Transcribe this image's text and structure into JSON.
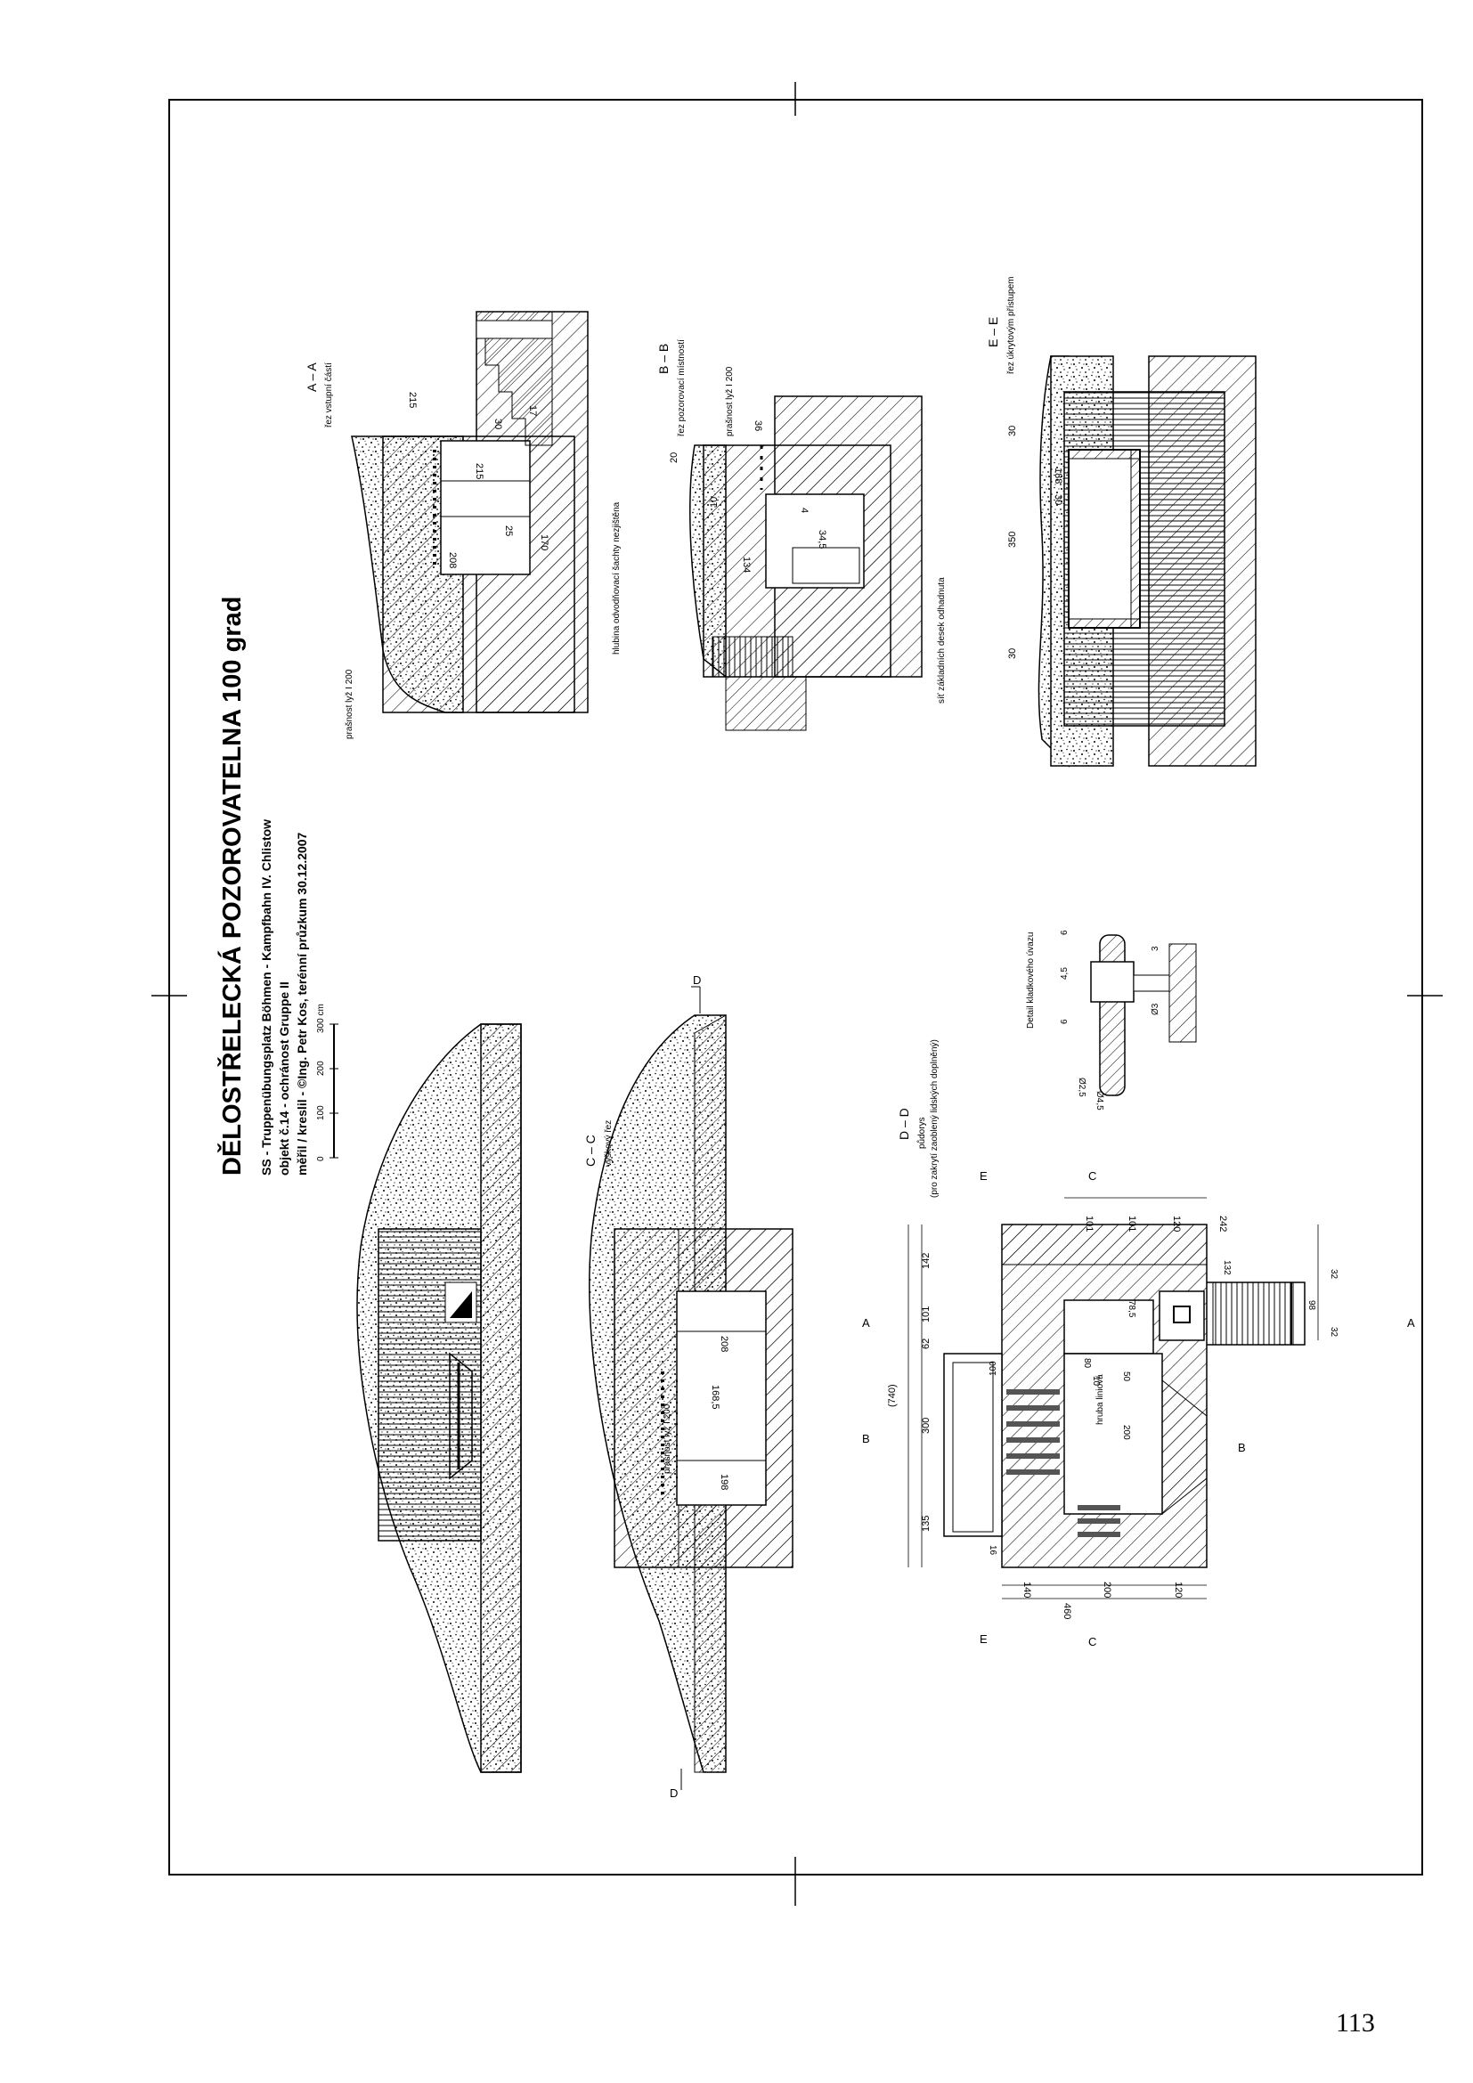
{
  "sheet": {
    "title": "DĚLOSTŘELECKÁ POZOROVATELNA 100 grad",
    "subtitle_lines": [
      "SS - Truppenübungsplatz Böhmen - Kampfbahn IV. Chlistow",
      "objekt č.14 - ochránost Gruppe II",
      "měřil / kreslil - ©Ing. Petr Kos, terénní průzkum 30.12.2007"
    ],
    "scale_ticks": [
      "0",
      "100",
      "200",
      "300 cm"
    ],
    "page_number": "113"
  },
  "sections": {
    "aa": {
      "label": "A – A",
      "caption": "řez vstupní částí",
      "notes": [
        "prašnost lyž I 200",
        "hlubina odvodňovací šachty nezjištěna"
      ],
      "dims": [
        "215",
        "215",
        "30",
        "17",
        "170",
        "25",
        "208"
      ]
    },
    "bb": {
      "label": "B – B",
      "caption": "řez pozorovací místností",
      "notes": [
        "prašnost lyž I 200",
        "síť základních desek odhadnuta"
      ],
      "dims": [
        "36",
        "20",
        "10",
        "4",
        "34,5",
        "134"
      ]
    },
    "ee": {
      "label": "E – E",
      "caption": "řez úkrytovým přístupem",
      "dims": [
        "30",
        "188",
        "30",
        "350",
        "30"
      ]
    },
    "cc": {
      "label": "C – C",
      "caption": "výškový řez",
      "notes": [
        "prašnost lyž I 200"
      ],
      "dims": [
        "208",
        "168,5",
        "198"
      ]
    },
    "dd": {
      "label": "D – D",
      "caption_lines": [
        "půdorys",
        "(pro zakrytí zaoblený lidských doplněný)"
      ],
      "dims_top": [
        "142",
        "101",
        "62",
        "300",
        "135"
      ],
      "dims_total": "(740)",
      "dims_right": [
        "101",
        "101",
        "120",
        "242"
      ],
      "dims_bottom": [
        "140",
        "200",
        "120"
      ],
      "dims_bottom_total": "460",
      "dims_inner": [
        "100",
        "80",
        "10",
        "50",
        "200",
        "78,5",
        "132",
        "98",
        "32",
        "32",
        "16"
      ],
      "note": "hruba liniová",
      "markers": [
        "A",
        "A",
        "B",
        "B",
        "C",
        "C",
        "E",
        "E",
        "D",
        "D"
      ]
    },
    "detail": {
      "label": "Detail kladkového úvazu",
      "dims": [
        "6",
        "4,5",
        "6",
        "3",
        "Ø3",
        "Ø2,5",
        "Ø4,5"
      ]
    }
  }
}
